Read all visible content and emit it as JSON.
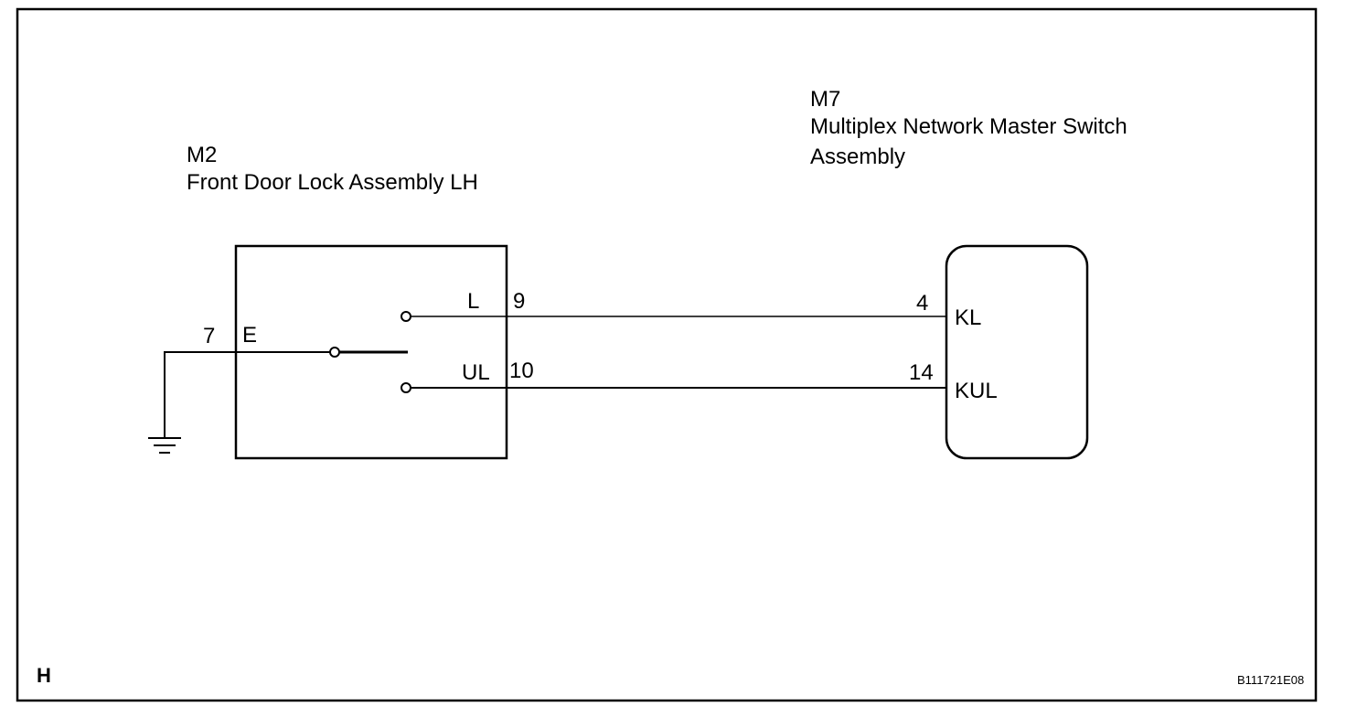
{
  "m2": {
    "code": "M2",
    "name": "Front Door Lock Assembly LH"
  },
  "m7": {
    "code": "M7",
    "name_line1": "Multiplex Network Master Switch",
    "name_line2": "Assembly"
  },
  "pins": {
    "m2_ground_num": "7",
    "m2_ground_name": "E",
    "m2_lock_name": "L",
    "m2_lock_num": "9",
    "m2_unlock_name": "UL",
    "m2_unlock_num": "10",
    "m7_lock_num": "4",
    "m7_lock_name": "KL",
    "m7_unlock_num": "14",
    "m7_unlock_name": "KUL"
  },
  "footer": {
    "corner_letter": "H",
    "figure_id": "B111721E08"
  }
}
